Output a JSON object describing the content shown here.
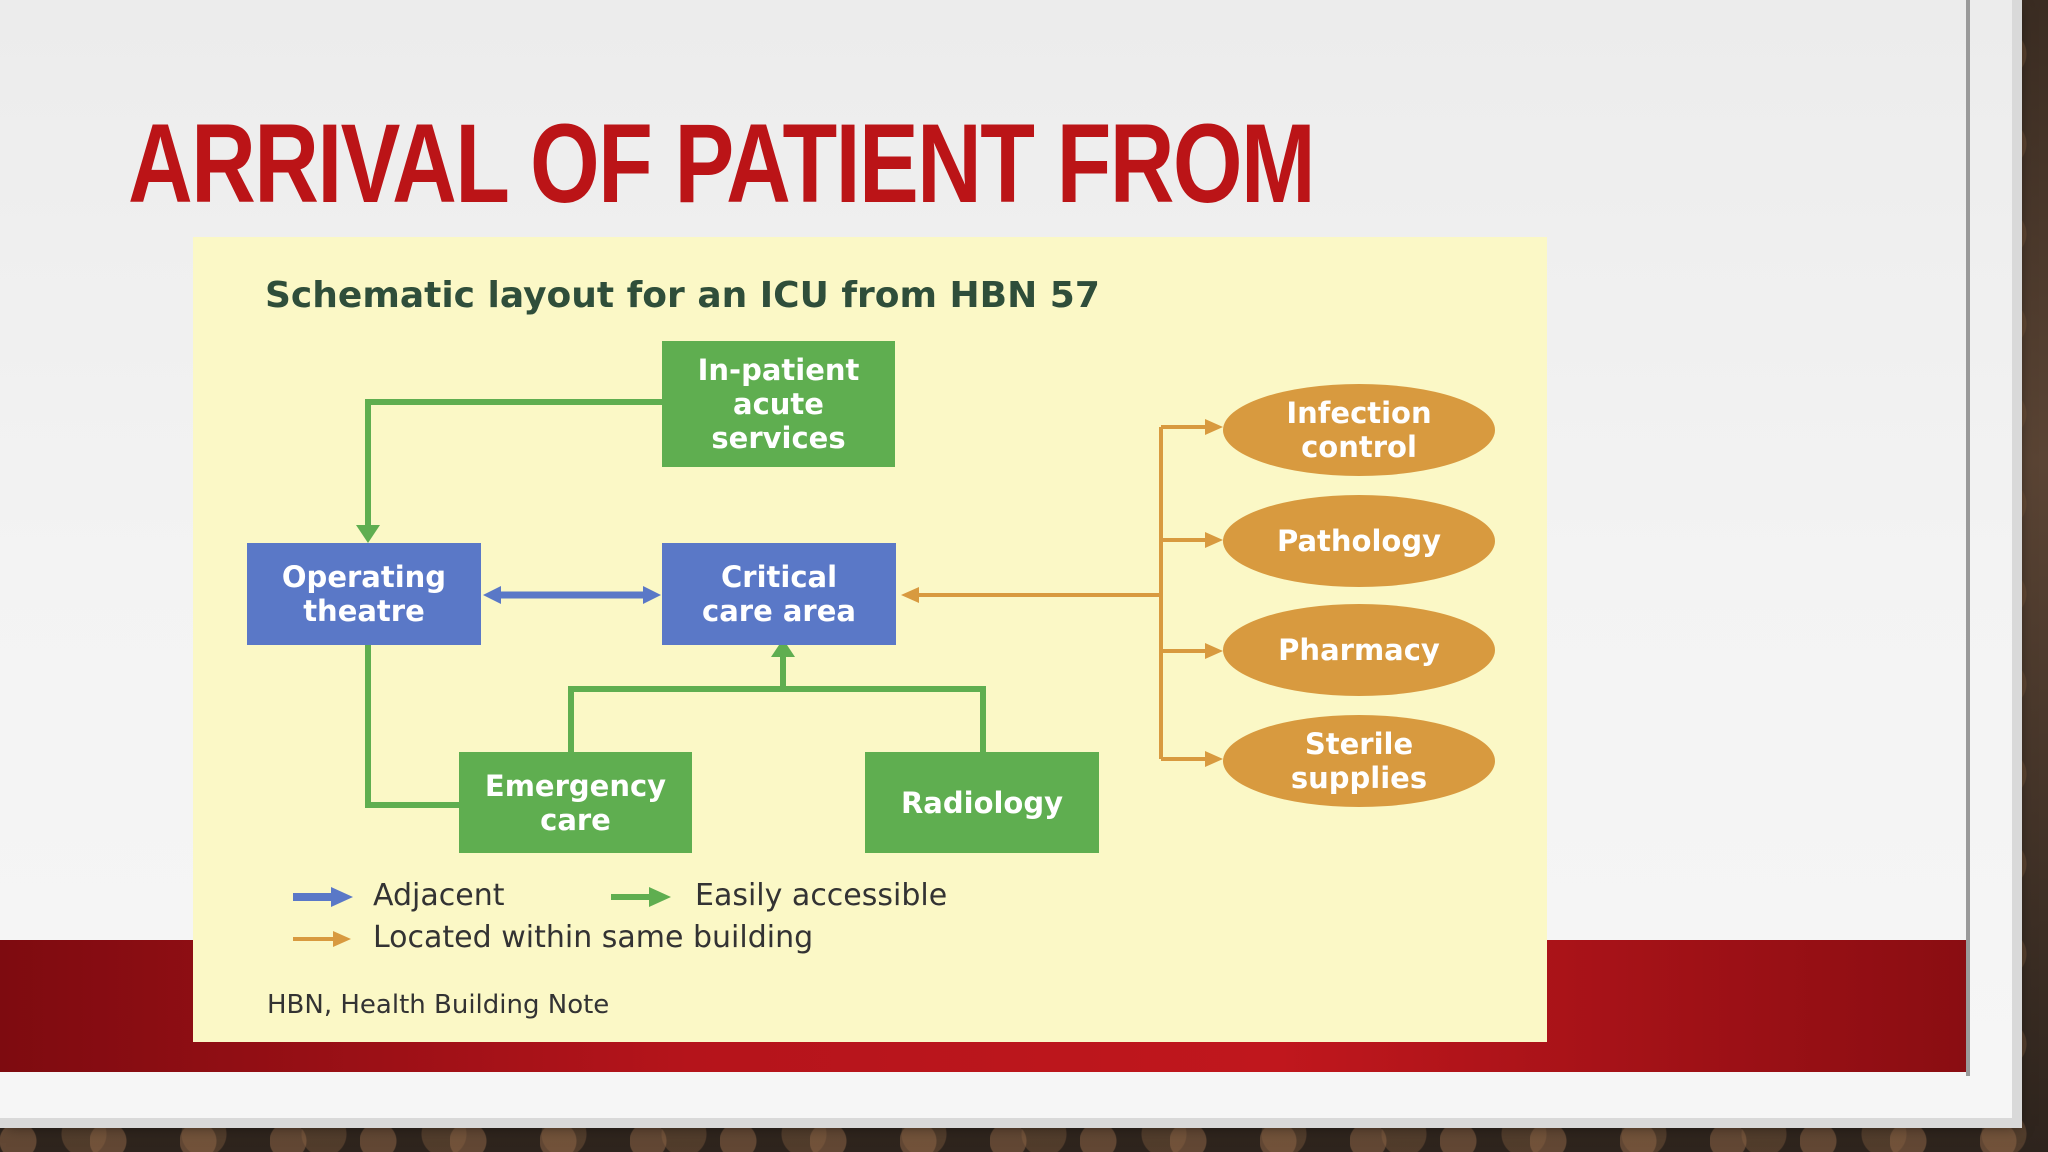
{
  "slide": {
    "title": "ARRIVAL OF PATIENT FROM"
  },
  "figure": {
    "title": "Schematic layout for an ICU from HBN 57",
    "nodes": {
      "inpatient": "In-patient\nacute\nservices",
      "operating": "Operating\ntheatre",
      "critical": "Critical\ncare area",
      "emergency": "Emergency\ncare",
      "radiology": "Radiology",
      "infection": "Infection\ncontrol",
      "pathology": "Pathology",
      "pharmacy": "Pharmacy",
      "sterile": "Sterile\nsupplies"
    },
    "legend": {
      "adjacent": "Adjacent",
      "easily_accessible": "Easily accessible",
      "same_building": "Located within same building"
    },
    "footnote": "HBN, Health Building Note",
    "colors": {
      "adjacent": "#5a78c7",
      "accessible": "#5fae50",
      "same_building": "#d89a3f",
      "background": "#fbf8c6"
    }
  }
}
